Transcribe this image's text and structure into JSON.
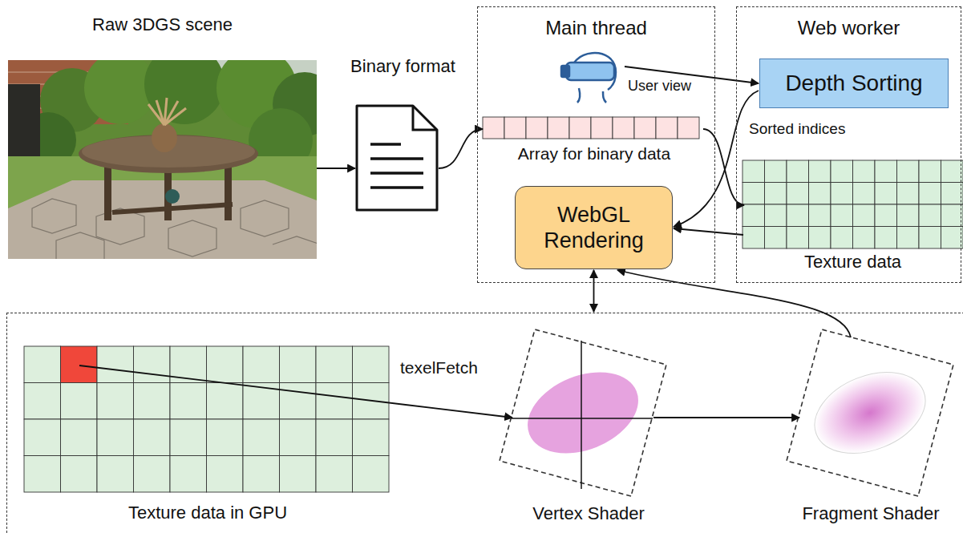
{
  "diagram": {
    "nodes": [
      {
        "text": [
          "Raw 3DGS scene"
        ]
      },
      {
        "text": [
          "Binary format"
        ]
      },
      {
        "text": [
          "Main thread"
        ]
      },
      {
        "text": [
          "User view"
        ],
        "in": 2
      },
      {
        "text": [
          "Array for binary data"
        ],
        "in": 2
      },
      {
        "text": [
          "WebGL Rendering"
        ],
        "in": 2
      },
      {
        "text": [
          "Web worker"
        ]
      },
      {
        "text": [
          "Depth Sorting"
        ],
        "in": 6
      },
      {
        "text": [
          "Texture data"
        ],
        "in": 6
      },
      {
        "text": []
      },
      {
        "text": [
          "Texture data in GPU"
        ],
        "in": 9
      },
      {
        "text": [
          "Vertex Shader"
        ],
        "in": 9
      },
      {
        "text": [
          "Fragment Shader"
        ],
        "in": 9
      }
    ],
    "edges": [
      {
        "from": 0,
        "to": 1,
        "arrow": "to"
      },
      {
        "from": 1,
        "to": 4,
        "arrow": "to"
      },
      {
        "from": 3,
        "to": 7,
        "arrow": "to"
      },
      {
        "from": 4,
        "to": 8,
        "arrow": "to"
      },
      {
        "from": 7,
        "to": 5,
        "arrow": "to",
        "label": "Sorted indices"
      },
      {
        "from": 8,
        "to": 5,
        "arrow": "to"
      },
      {
        "from": 5,
        "to": 9,
        "arrow": "both"
      },
      {
        "from": 10,
        "to": 11,
        "arrow": "to",
        "label": "texelFetch"
      },
      {
        "from": 11,
        "to": 12,
        "arrow": "to"
      },
      {
        "from": 12,
        "to": 5,
        "arrow": "to"
      }
    ]
  }
}
